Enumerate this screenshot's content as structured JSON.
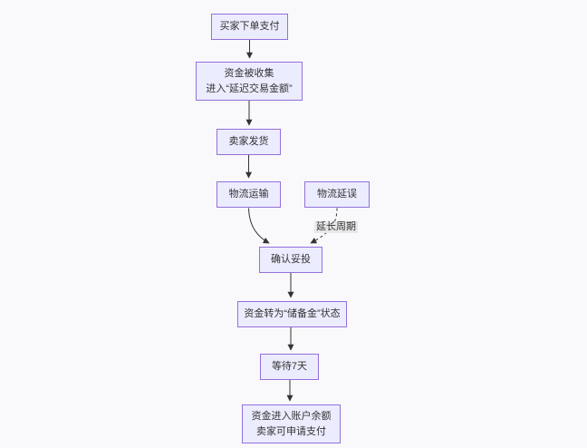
{
  "diagram": {
    "type": "flowchart",
    "direction": "top-down",
    "colors": {
      "background": "#f9f9fb",
      "node_fill": "#ECECFF",
      "node_border": "#9370DB",
      "edge_color": "#333333",
      "edge_label_bg": "#e8e8e8",
      "text": "#333333"
    },
    "nodes": [
      {
        "id": "buyer-pay",
        "lines": [
          "买家下单支付"
        ]
      },
      {
        "id": "funds-collected",
        "lines": [
          "资金被收集",
          "进入“延迟交易金额”"
        ]
      },
      {
        "id": "seller-ship",
        "lines": [
          "卖家发货"
        ]
      },
      {
        "id": "logistics-transport",
        "lines": [
          "物流运输"
        ]
      },
      {
        "id": "logistics-delay",
        "lines": [
          "物流延误"
        ]
      },
      {
        "id": "confirm-delivery",
        "lines": [
          "确认妥投"
        ]
      },
      {
        "id": "funds-reserve",
        "lines": [
          "资金转为“储备金”状态"
        ]
      },
      {
        "id": "wait-7-days",
        "lines": [
          "等待7天"
        ]
      },
      {
        "id": "funds-balance",
        "lines": [
          "资金进入账户余额",
          "卖家可申请支付"
        ]
      }
    ],
    "edges": [
      {
        "from": "buyer-pay",
        "to": "funds-collected",
        "style": "solid",
        "label": ""
      },
      {
        "from": "funds-collected",
        "to": "seller-ship",
        "style": "solid",
        "label": ""
      },
      {
        "from": "seller-ship",
        "to": "logistics-transport",
        "style": "solid",
        "label": ""
      },
      {
        "from": "logistics-transport",
        "to": "confirm-delivery",
        "style": "solid",
        "label": ""
      },
      {
        "from": "logistics-delay",
        "to": "confirm-delivery",
        "style": "dashed",
        "label": "延长周期"
      },
      {
        "from": "confirm-delivery",
        "to": "funds-reserve",
        "style": "solid",
        "label": ""
      },
      {
        "from": "funds-reserve",
        "to": "wait-7-days",
        "style": "solid",
        "label": ""
      },
      {
        "from": "wait-7-days",
        "to": "funds-balance",
        "style": "solid",
        "label": ""
      }
    ]
  }
}
